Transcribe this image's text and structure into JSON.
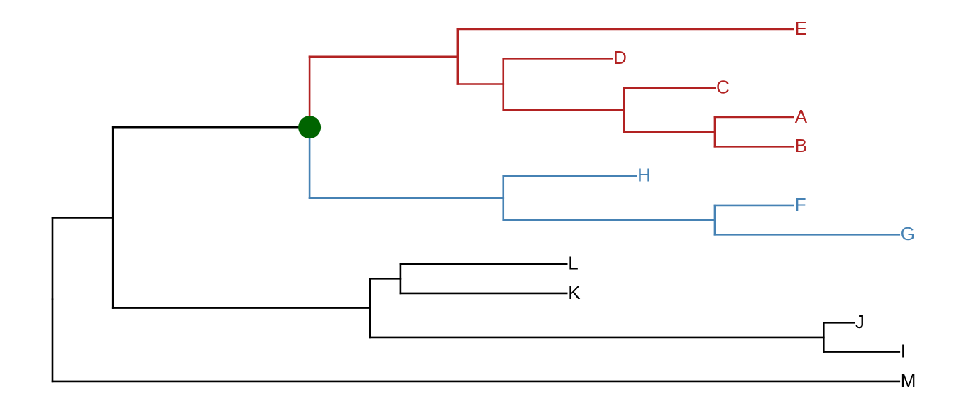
{
  "colors": {
    "outgroup": "#000000",
    "clade_red": "#b22222",
    "clade_blue": "#4682b4",
    "highlight_node": "#006400"
  },
  "tree": {
    "nodes": [
      {
        "id": "root",
        "parent": null,
        "x": 0.0
      },
      {
        "id": "n1",
        "parent": "root",
        "x": 2.0
      },
      {
        "id": "M",
        "parent": "root",
        "x": 28.0,
        "tip": true
      },
      {
        "id": "n2",
        "parent": "n1",
        "x": 8.5,
        "highlight": true
      },
      {
        "id": "n_red",
        "parent": "n2",
        "x": 8.5,
        "clade": "clade_red"
      },
      {
        "id": "n_blue",
        "parent": "n2",
        "x": 8.5,
        "clade": "clade_blue"
      },
      {
        "id": "n4",
        "parent": "n_red",
        "x": 13.4,
        "clade": "clade_red"
      },
      {
        "id": "E",
        "parent": "n4",
        "x": 24.5,
        "tip": true,
        "clade": "clade_red"
      },
      {
        "id": "n5",
        "parent": "n4",
        "x": 14.9,
        "clade": "clade_red"
      },
      {
        "id": "D",
        "parent": "n5",
        "x": 18.5,
        "tip": true,
        "clade": "clade_red"
      },
      {
        "id": "n6",
        "parent": "n5",
        "x": 18.9,
        "clade": "clade_red"
      },
      {
        "id": "C",
        "parent": "n6",
        "x": 21.9,
        "tip": true,
        "clade": "clade_red"
      },
      {
        "id": "n7",
        "parent": "n6",
        "x": 21.9,
        "clade": "clade_red"
      },
      {
        "id": "A",
        "parent": "n7",
        "x": 24.5,
        "tip": true,
        "clade": "clade_red"
      },
      {
        "id": "B",
        "parent": "n7",
        "x": 24.5,
        "tip": true,
        "clade": "clade_red"
      },
      {
        "id": "n9",
        "parent": "n_blue",
        "x": 14.9,
        "clade": "clade_blue"
      },
      {
        "id": "H",
        "parent": "n9",
        "x": 19.3,
        "tip": true,
        "clade": "clade_blue"
      },
      {
        "id": "n10",
        "parent": "n9",
        "x": 21.9,
        "clade": "clade_blue"
      },
      {
        "id": "F",
        "parent": "n10",
        "x": 24.5,
        "tip": true,
        "clade": "clade_blue"
      },
      {
        "id": "G",
        "parent": "n10",
        "x": 28.0,
        "tip": true,
        "clade": "clade_blue"
      },
      {
        "id": "n3",
        "parent": "n1",
        "x": 10.5
      },
      {
        "id": "n11",
        "parent": "n3",
        "x": 11.5
      },
      {
        "id": "L",
        "parent": "n11",
        "x": 17.0,
        "tip": true
      },
      {
        "id": "K",
        "parent": "n11",
        "x": 17.0,
        "tip": true
      },
      {
        "id": "n12",
        "parent": "n3",
        "x": 25.5
      },
      {
        "id": "J",
        "parent": "n12",
        "x": 26.5,
        "tip": true
      },
      {
        "id": "I",
        "parent": "n12",
        "x": 28.0,
        "tip": true
      }
    ],
    "tip_order": [
      "E",
      "D",
      "C",
      "A",
      "B",
      "H",
      "F",
      "G",
      "L",
      "K",
      "J",
      "I",
      "M"
    ],
    "tip_labels": {
      "E": "E",
      "D": "D",
      "C": "C",
      "A": "A",
      "B": "B",
      "H": "H",
      "F": "F",
      "G": "G",
      "L": "L",
      "K": "K",
      "J": "J",
      "I": "I",
      "M": "M"
    }
  }
}
